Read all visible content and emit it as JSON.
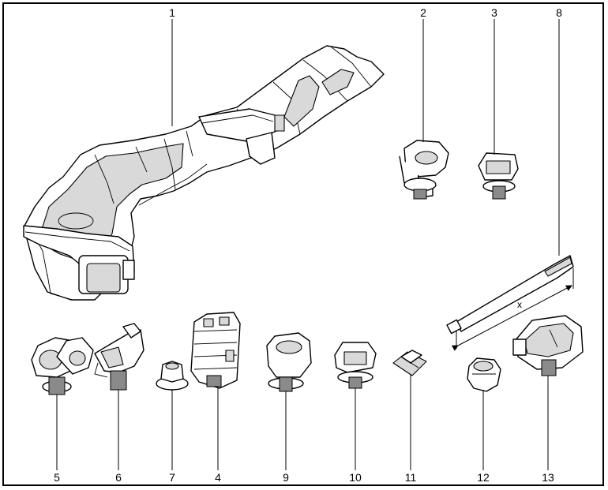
{
  "callouts": {
    "c1": "1",
    "c2": "2",
    "c3": "3",
    "c8": "8",
    "c5": "5",
    "c6": "6",
    "c7": "7",
    "c4": "4",
    "c9": "9",
    "c10": "10",
    "c11": "11",
    "c12": "12",
    "c13": "13"
  },
  "dimension_label": "x"
}
